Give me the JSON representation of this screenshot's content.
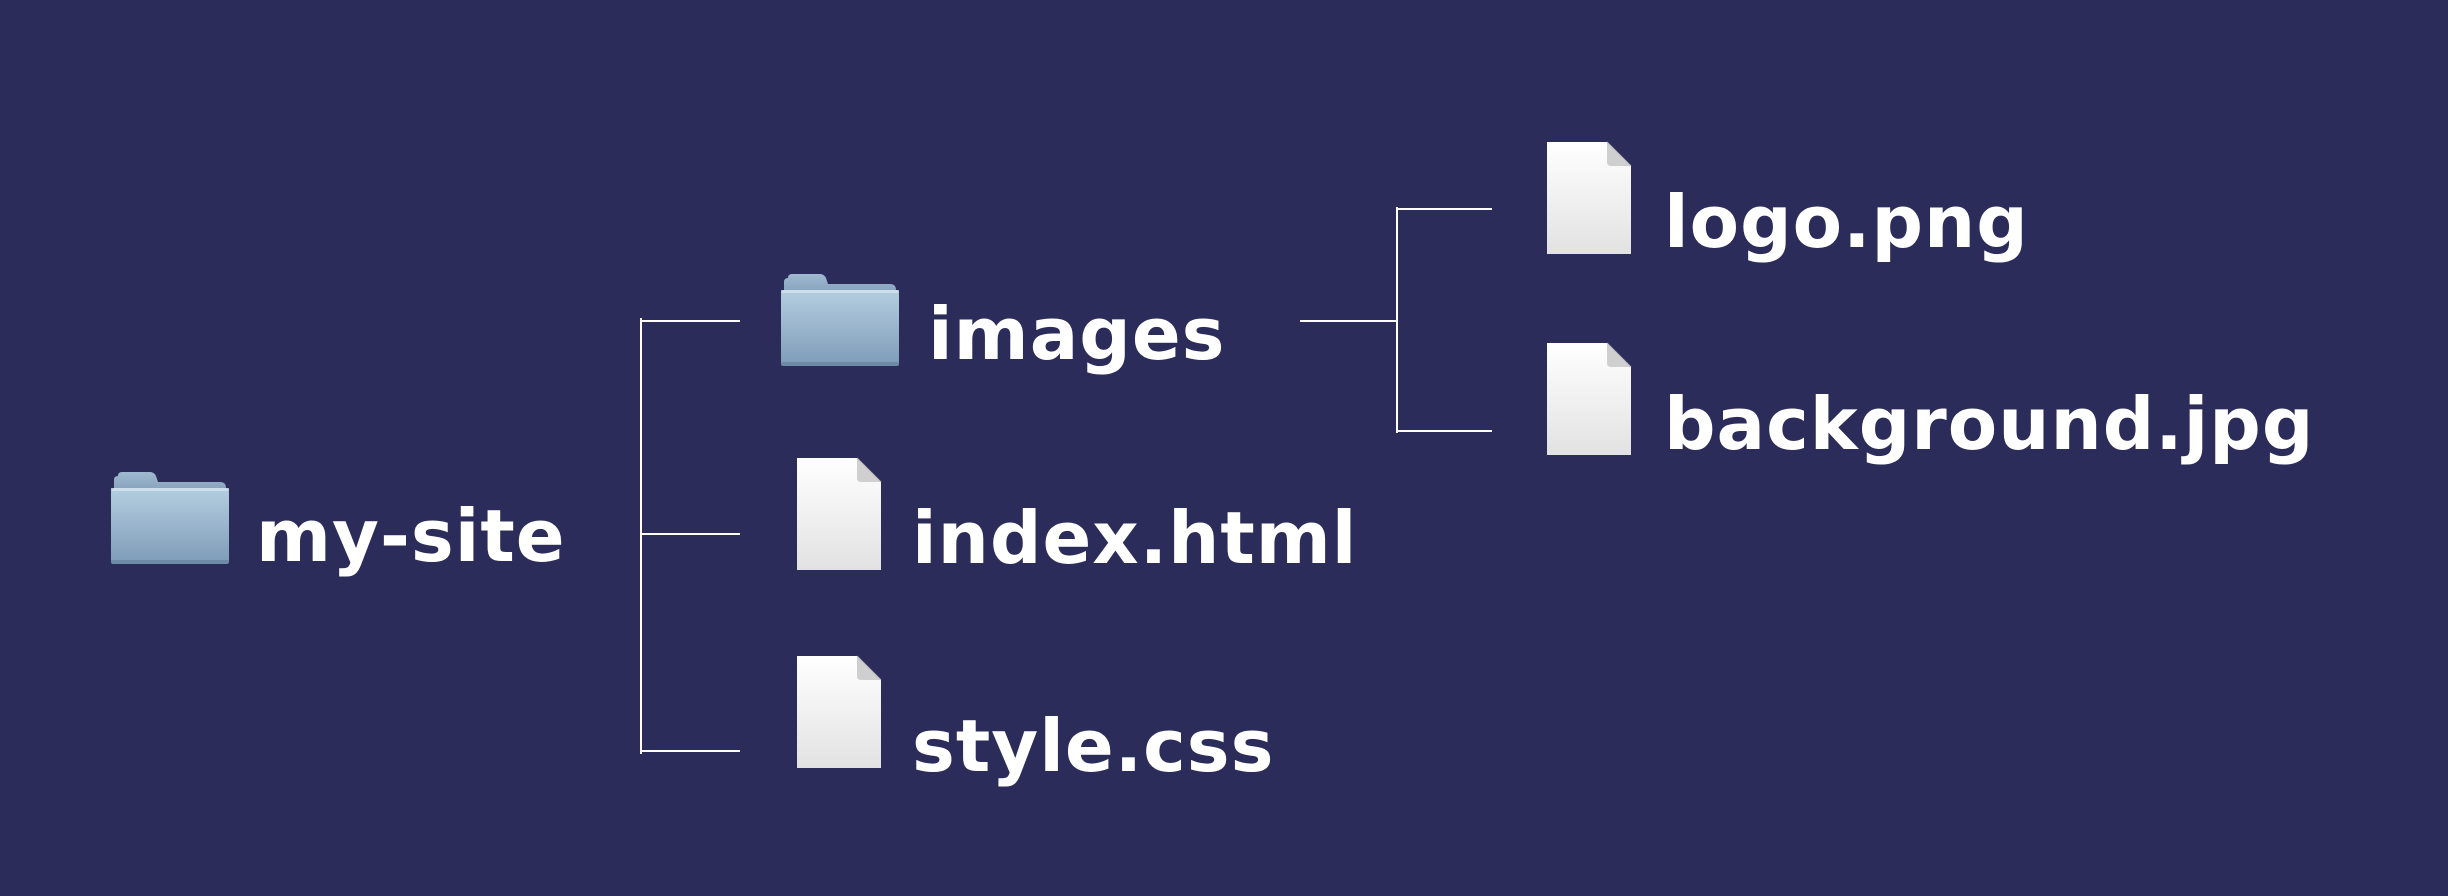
{
  "colors": {
    "background": "#2c2c5a",
    "lines": "#ffffff",
    "text": "#ffffff",
    "folder": "#9ebbd3",
    "file": "#f4f4f4"
  },
  "tree": {
    "root": {
      "name": "my-site",
      "icon": "folder-icon"
    },
    "children": [
      {
        "name": "images",
        "icon": "folder-icon",
        "children": [
          {
            "name": "logo.png",
            "icon": "file-icon"
          },
          {
            "name": "background.jpg",
            "icon": "file-icon"
          }
        ]
      },
      {
        "name": "index.html",
        "icon": "file-icon"
      },
      {
        "name": "style.css",
        "icon": "file-icon"
      }
    ]
  }
}
